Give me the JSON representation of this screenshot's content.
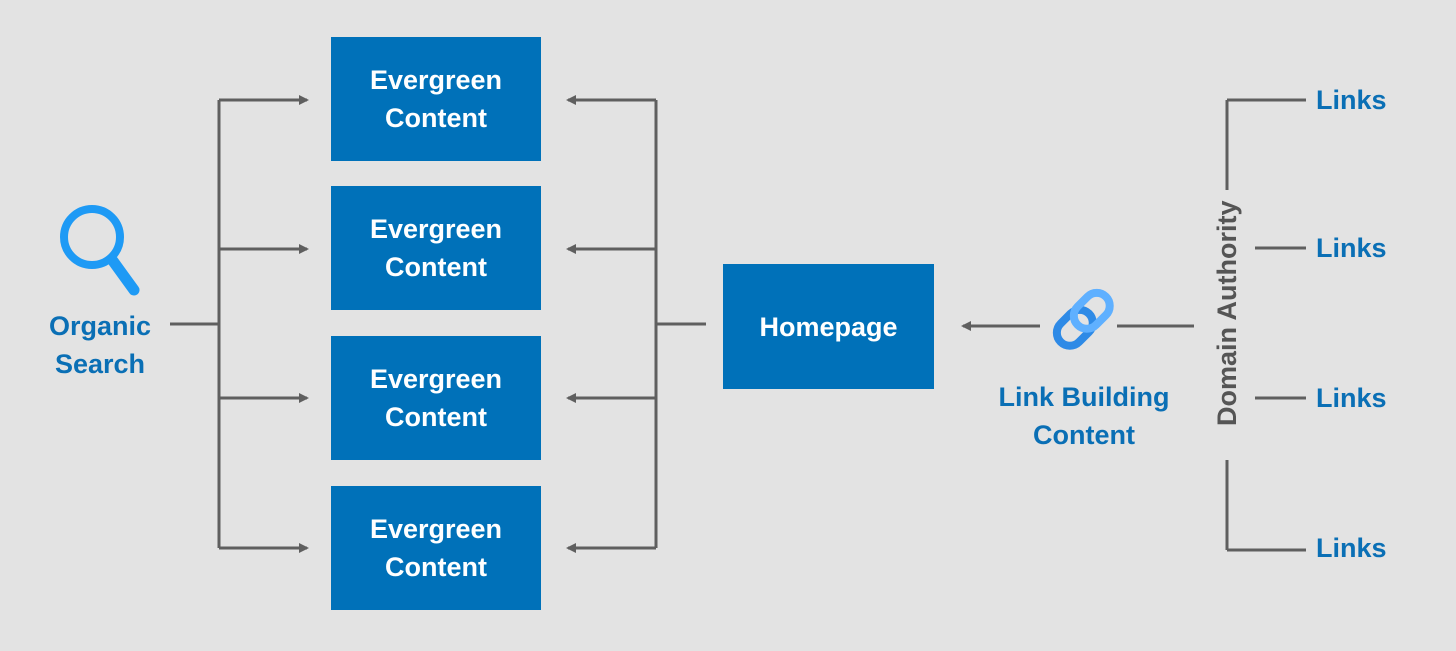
{
  "colors": {
    "background": "#e3e3e3",
    "box": "#0071b9",
    "connector": "#5f5f5f",
    "accent_bright": "#1e88e5",
    "accent_dark": "#0a6fb5"
  },
  "source": {
    "icon": "search-icon",
    "line1": "Organic",
    "line2": "Search"
  },
  "content_boxes": [
    {
      "line1": "Evergreen",
      "line2": "Content"
    },
    {
      "line1": "Evergreen",
      "line2": "Content"
    },
    {
      "line1": "Evergreen",
      "line2": "Content"
    },
    {
      "line1": "Evergreen",
      "line2": "Content"
    }
  ],
  "homepage": {
    "label": "Homepage"
  },
  "link_building": {
    "icon": "link-icon",
    "line1": "Link Building",
    "line2": "Content"
  },
  "domain_authority": {
    "label": "Domain Authority"
  },
  "links": [
    "Links",
    "Links",
    "Links",
    "Links"
  ]
}
